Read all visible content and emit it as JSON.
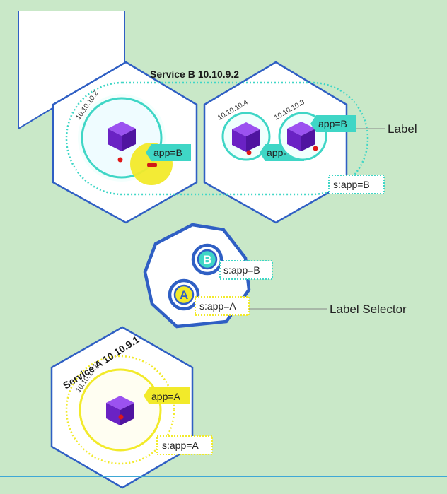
{
  "service_b": {
    "title": "Service B 10.10.9.2",
    "selector": "s:app=B",
    "pods": [
      {
        "ip": "10.10.10.2",
        "label": "app=B"
      },
      {
        "ip": "10.10.10.4",
        "label": "app=B"
      },
      {
        "ip": "10.10.10.3",
        "label": "app=B"
      }
    ]
  },
  "callouts": {
    "label": "Label",
    "label_selector": "Label Selector"
  },
  "selector_node": {
    "items": [
      {
        "letter": "B",
        "selector": "s:app=B"
      },
      {
        "letter": "A",
        "selector": "s:app=A"
      }
    ]
  },
  "service_a": {
    "title": "Service A 10.10.9.1",
    "selector": "s:app=A",
    "pods": [
      {
        "ip": "10.10.10.1",
        "label": "app=A"
      }
    ]
  },
  "colors": {
    "background": "#c9e8c8",
    "node_border": "#2f5fc4",
    "service_b_teal": "#3fd6c6",
    "service_a_yellow": "#f2ea2a",
    "pod_purple": "#7a2fd0"
  }
}
